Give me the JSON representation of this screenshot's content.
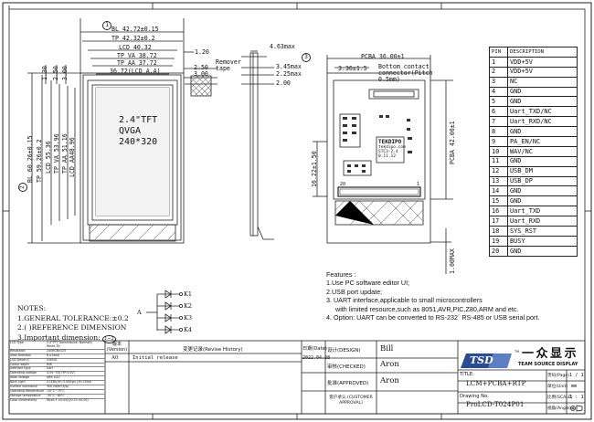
{
  "front_view": {
    "circle_1": "1",
    "dims_top": [
      "BL 42.72±0.15",
      "TP 42.32±0.2",
      "LCD 40.32",
      "TP VA 38.72",
      "TP AA 37.72",
      "36.72(LCD A.A)"
    ],
    "dims_right": [
      "1.20",
      "2.50",
      "3.00"
    ],
    "remover_tape": "Remover tape",
    "dims_left_small": [
      "1.30",
      "2.50",
      "3.00"
    ],
    "dims_left": [
      "BL 60.26±0.15",
      "TP 59.26±0.2",
      "LCD 55.36",
      "TP VA 53.96",
      "TP AA 51.16",
      "LCD AA48.96"
    ],
    "screen_text": [
      "2.4\"TFT",
      "QVGA",
      "240*320"
    ],
    "circle_2": "2"
  },
  "side_view": {
    "circle_3": "3",
    "dims": [
      "4.63max",
      "3.45max",
      "2.25max",
      "2.00"
    ]
  },
  "back_view": {
    "pcba_width": "PCBA 36.00±1",
    "offset": "3.36±1.5",
    "connector_note": "Bottom contact connector(Pitch 0.5mm)",
    "pcba_height": "PCBA 42.00±1",
    "left_dim": "16.22±1.50",
    "bottom_dim": "1.00MAX",
    "chip_text": [
      "TEKDIPO",
      "tekdipo.com",
      "STC3-2.4",
      "0.11.12"
    ],
    "pin_marks": [
      "20",
      "1"
    ]
  },
  "pin_table": {
    "headers": [
      "PIN",
      "DESCRIPTION"
    ],
    "rows": [
      [
        "1",
        "VDD+5V"
      ],
      [
        "2",
        "VDD+5V"
      ],
      [
        "3",
        "NC"
      ],
      [
        "4",
        "GND"
      ],
      [
        "5",
        "GND"
      ],
      [
        "6",
        "Uart_TXD/NC"
      ],
      [
        "7",
        "Uart_RXD/NC"
      ],
      [
        "8",
        "GND"
      ],
      [
        "9",
        "PA_EN/NC"
      ],
      [
        "10",
        "WAV/NC"
      ],
      [
        "11",
        "GND"
      ],
      [
        "12",
        "USB_DM"
      ],
      [
        "13",
        "USB_DP"
      ],
      [
        "14",
        "GND"
      ],
      [
        "15",
        "GND"
      ],
      [
        "16",
        "Uart_TXD"
      ],
      [
        "17",
        "Uart_RXD"
      ],
      [
        "18",
        "SYS_RST"
      ],
      [
        "19",
        "BUSY"
      ],
      [
        "20",
        "GND"
      ]
    ]
  },
  "led_circuit": {
    "anode": "A",
    "cathodes": [
      "K1",
      "K2",
      "K3",
      "K4"
    ]
  },
  "features": {
    "title": "Features :",
    "lines": [
      "1.Use PC software editor UI;",
      "2.USB port update;",
      "3. UART  interface,applicable to small microcontrollers",
      "with limited resource,such as 8051,AVR,PIC,Z80,ARM and etc.",
      "4. Option: UART can be converted to RS-232´ RS-485 or USB serial port."
    ]
  },
  "notes": {
    "title": "NOTES:",
    "lines": [
      "1.GENERAL TOLERANCE:±0.2",
      "2.( )REFERENCE DIMENSION",
      "3.Important dimension: "
    ],
    "circled_symbol": "1~2"
  },
  "spec_table": [
    [
      "LCD Type",
      "2.4\"TFT,Transmissive, Normally White,TN"
    ],
    [
      "Resolution",
      "240RGBx320"
    ],
    [
      "View Direction",
      "6 o'clock"
    ],
    [
      "LCD Driver IC",
      "ILI9341"
    ],
    [
      "Colour depth",
      "65K"
    ],
    [
      "Interface type",
      "Uart"
    ],
    [
      "Operating voltage",
      "4.5V~5V(TYP:5.0V)"
    ],
    [
      "Wide Voltage",
      "with LDO"
    ],
    [
      "Back Light",
      "4 LEDs,Vf=3.0V(typ.),If=15mA"
    ],
    [
      "Surface luminance",
      "300 cd/m²(typ)"
    ],
    [
      "Operating temperature",
      "-20°C~70°C"
    ],
    [
      "Storage temperature",
      "-30°C~80°C"
    ],
    [
      "Color chromaticity",
      "W(x0.3 ±0.05)(y0.33 ±0.05)"
    ]
  ],
  "revision": {
    "version_header": "版本 (Version)",
    "history_header": "变更记录(Revise History)",
    "date_header": "日期(Date)",
    "version": "A0",
    "entry": "Initial release",
    "date": "2022.04.28"
  },
  "signatures": [
    {
      "label": "设计(DESIGN)",
      "name": "Bill"
    },
    {
      "label": "审核(CHECKED)",
      "name": "Aron"
    },
    {
      "label": "批准(APPROVED)",
      "name": "Aron"
    },
    {
      "label": "客户承认 (CUSTOMER APPROVAL)",
      "name": ""
    }
  ],
  "company": {
    "logo_mark": "TSD",
    "tm": "TM",
    "chinese_name": "一 众 显 示",
    "english_name": "TEAM SOURCE DISPLAY"
  },
  "title_block": {
    "title_label": "TITLE:",
    "title_value": "LCM+PCBA+RTP",
    "drawing_label": "Drawing No.",
    "drawing_value": "ProLCD-T024P01",
    "page_label": "页码(Page)",
    "page_value": "1 / 1",
    "unit_label": "单位(Unit)",
    "unit_value": "mm",
    "scale_label": "比例(SCALE)",
    "scale_value": "1 : 1",
    "angle_label": "视角(Angle)"
  },
  "colors": {
    "line": "#222222",
    "logo_blue": "#2a4d8f"
  }
}
